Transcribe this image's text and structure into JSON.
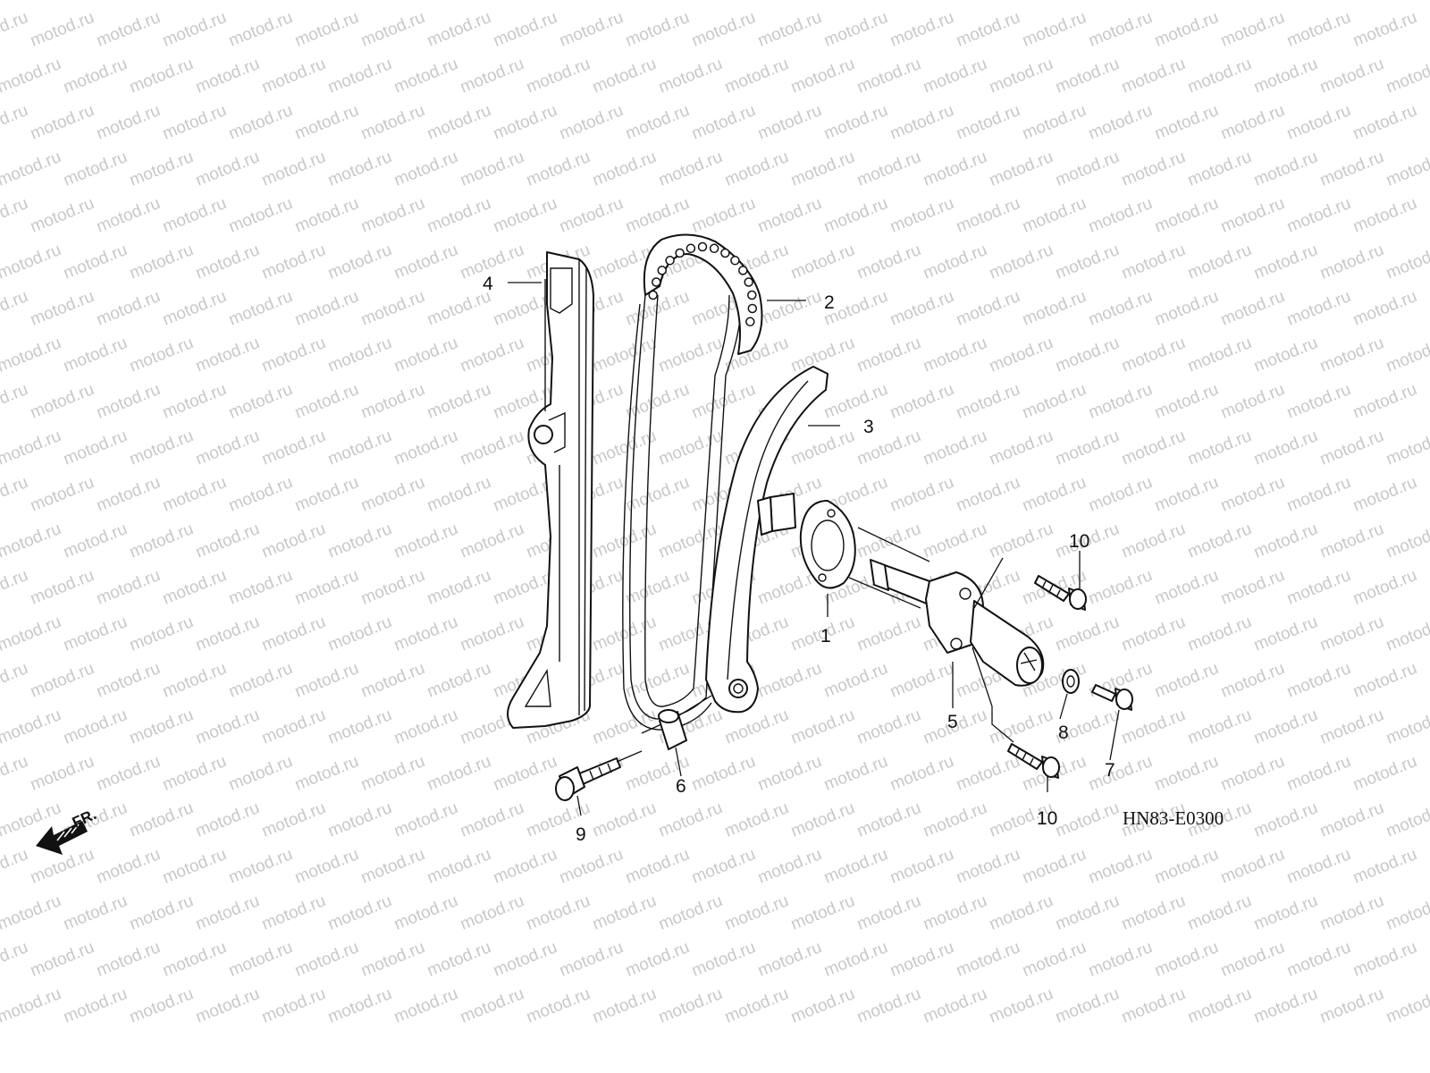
{
  "diagram": {
    "drawing_code": "HN83-E0300",
    "direction_label": "FR.",
    "watermark": "motod.ru",
    "callouts": {
      "c1": "1",
      "c2": "2",
      "c3": "3",
      "c4": "4",
      "c5": "5",
      "c6": "6",
      "c7": "7",
      "c8": "8",
      "c9": "9",
      "c10a": "10",
      "c10b": "10"
    }
  }
}
